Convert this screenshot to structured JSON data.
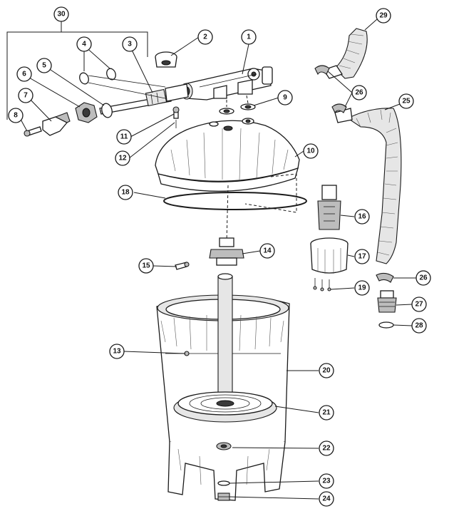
{
  "callouts": [
    {
      "id": "c1",
      "label": "1"
    },
    {
      "id": "c2",
      "label": "2"
    },
    {
      "id": "c3",
      "label": "3"
    },
    {
      "id": "c4",
      "label": "4"
    },
    {
      "id": "c5",
      "label": "5"
    },
    {
      "id": "c6",
      "label": "6"
    },
    {
      "id": "c7",
      "label": "7"
    },
    {
      "id": "c8",
      "label": "8"
    },
    {
      "id": "c9",
      "label": "9"
    },
    {
      "id": "c10",
      "label": "10"
    },
    {
      "id": "c11",
      "label": "11"
    },
    {
      "id": "c12",
      "label": "12"
    },
    {
      "id": "c13",
      "label": "13"
    },
    {
      "id": "c14",
      "label": "14"
    },
    {
      "id": "c15",
      "label": "15"
    },
    {
      "id": "c16",
      "label": "16"
    },
    {
      "id": "c17",
      "label": "17"
    },
    {
      "id": "c18",
      "label": "18"
    },
    {
      "id": "c19",
      "label": "19"
    },
    {
      "id": "c20",
      "label": "20"
    },
    {
      "id": "c21",
      "label": "21"
    },
    {
      "id": "c22",
      "label": "22"
    },
    {
      "id": "c23",
      "label": "23"
    },
    {
      "id": "c24",
      "label": "24"
    },
    {
      "id": "c25",
      "label": "25"
    },
    {
      "id": "c26a",
      "label": "26"
    },
    {
      "id": "c26b",
      "label": "26"
    },
    {
      "id": "c27",
      "label": "27"
    },
    {
      "id": "c28",
      "label": "28"
    },
    {
      "id": "c29",
      "label": "29"
    },
    {
      "id": "c30",
      "label": "30"
    }
  ]
}
